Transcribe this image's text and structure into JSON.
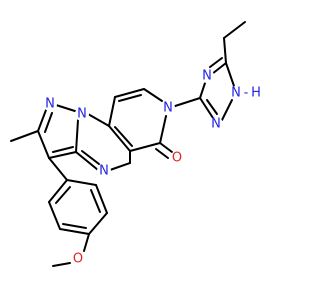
{
  "atoms": {
    "n_triazole_top": {
      "label": "N",
      "element": "N"
    },
    "n_triazole_h": {
      "label": "N",
      "element": "N"
    },
    "h_triazole": {
      "label": "H",
      "element": "N"
    },
    "n_triazole_bottom": {
      "label": "N",
      "element": "N"
    },
    "n_pyridone": {
      "label": "N",
      "element": "N"
    },
    "n_pyrazole": {
      "label": "N",
      "element": "N"
    },
    "n_bridge": {
      "label": "N",
      "element": "N"
    },
    "n_pyrimidine": {
      "label": "N",
      "element": "N"
    },
    "o_carbonyl": {
      "label": "O",
      "element": "O"
    },
    "o_methoxy": {
      "label": "O",
      "element": "O"
    }
  },
  "colors": {
    "carbon_bond": "#000000",
    "nitrogen": "#2323e6",
    "oxygen": "#e62323",
    "background": "#ffffff"
  }
}
